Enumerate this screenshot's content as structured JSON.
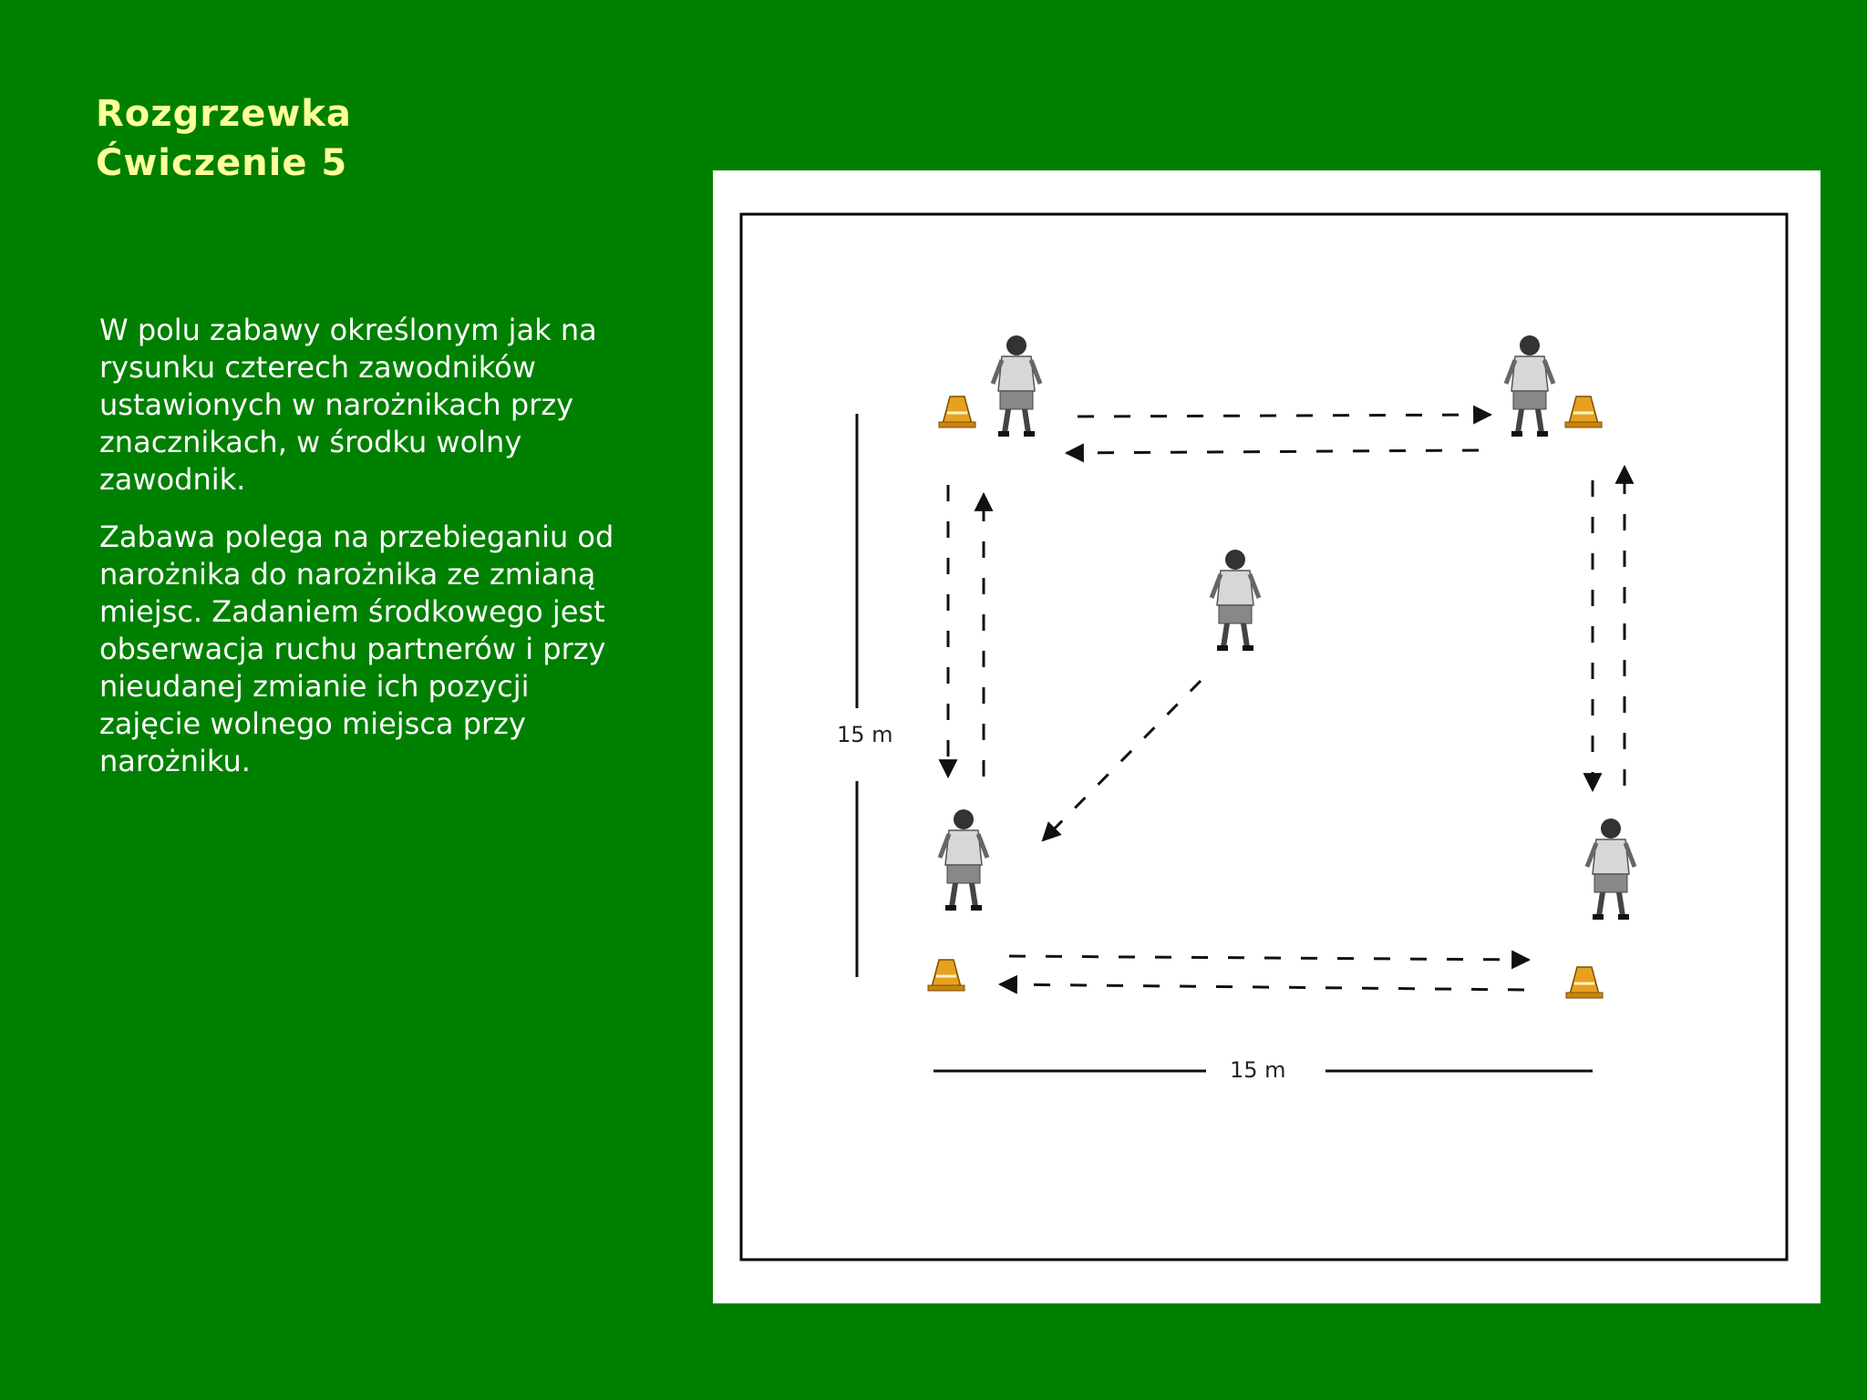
{
  "slide": {
    "title_line1": "Rozgrzewka",
    "title_line2": "Ćwiczenie 5",
    "paragraphs": [
      "W polu zabawy określonym jak na rysunku czterech zawodników ustawionych w narożnikach przy  znacznikach, w środku wolny zawodnik.",
      "Zabawa polega na przebieganiu od narożnika do narożnika ze zmianą miejsc. Zadaniem środkowego jest obserwacja ruchu partnerów i przy nieudanej zmianie ich pozycji zajęcie wolnego miejsca przy narożniku."
    ]
  },
  "diagram": {
    "side_dimension_label": "15 m",
    "bottom_dimension_label": "15 m",
    "colors": {
      "background": "#008000",
      "title": "#ffff99",
      "text": "#ffffff",
      "cone": "#e8a020"
    }
  }
}
